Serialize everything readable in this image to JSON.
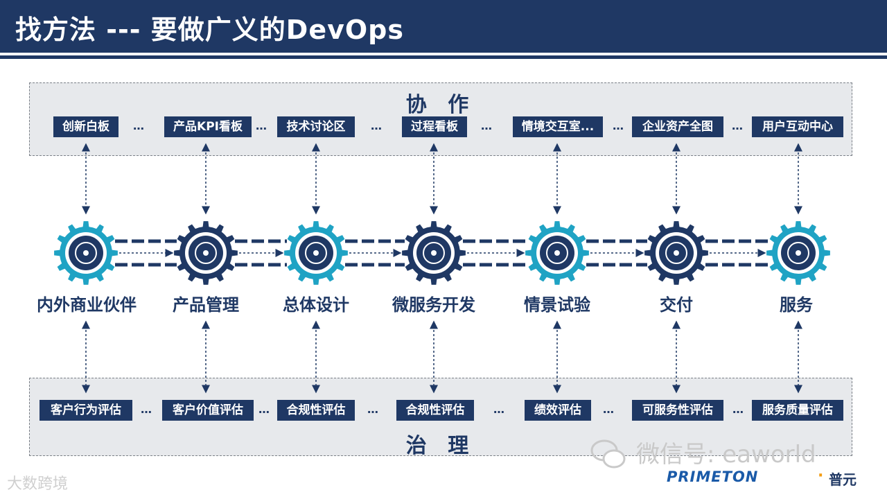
{
  "header": {
    "title": "找方法 --- 要做广义的DevOps"
  },
  "collaboration": {
    "title": "协 作",
    "items": [
      "创新白板",
      "产品KPI看板",
      "技术讨论区",
      "过程看板",
      "情境交互室...",
      "企业资产全图",
      "用户互动中心"
    ],
    "ellipsis": "…"
  },
  "governance": {
    "title": "治 理",
    "items": [
      "客户行为评估",
      "客户价值评估",
      "合规性评估",
      "合规性评估",
      "绩效评估",
      "可服务性评估",
      "服务质量评估"
    ],
    "ellipsis": "…"
  },
  "stages": [
    {
      "label": "内外商业伙伴",
      "icon": "handshake-icon",
      "color": "#1fa3c4"
    },
    {
      "label": "产品管理",
      "icon": "hierarchy-icon",
      "color": "#1f3864"
    },
    {
      "label": "总体设计",
      "icon": "database-icon",
      "color": "#1fa3c4"
    },
    {
      "label": "微服务开发",
      "icon": "gears-icon",
      "color": "#1f3864"
    },
    {
      "label": "情景试验",
      "icon": "lifebuoy-icon",
      "color": "#1fa3c4"
    },
    {
      "label": "交付",
      "icon": "cloud-upload-icon",
      "color": "#1f3864"
    },
    {
      "label": "服务",
      "icon": "arrows-cross-icon",
      "color": "#1fa3c4"
    }
  ],
  "watermark": {
    "left": "大数跨境",
    "right": "微信号: eaworld"
  },
  "brand": {
    "name": "PRIMETON",
    "separator": "·",
    "cn": "普元"
  },
  "colors": {
    "navy": "#1f3864",
    "teal": "#1fa3c4",
    "panel": "#e7e9ec"
  }
}
